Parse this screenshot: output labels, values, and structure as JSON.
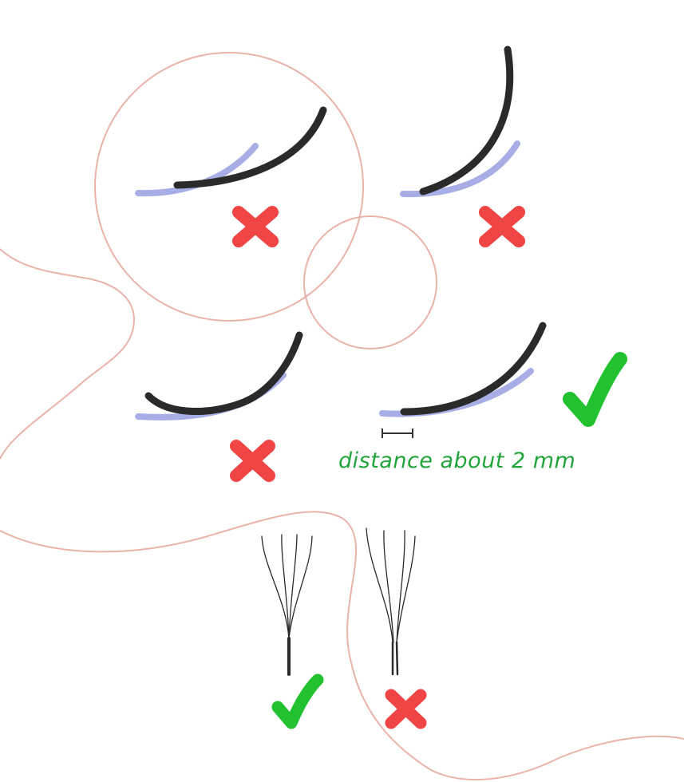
{
  "diagram": {
    "caption": "distance about 2 mm",
    "colors": {
      "background": "#ffffff",
      "guide_line": "#eab3a9",
      "lash_dark": "#2a2a2a",
      "natural_lash": "#a7aee6",
      "cross_mark": "#f04545",
      "check_mark": "#22c12f",
      "caption_text": "#22a43a",
      "measure_bracket": "#333333"
    },
    "examples": [
      {
        "id": "extension-too-short-flat",
        "mark": "cross-icon"
      },
      {
        "id": "extension-too-long-steep",
        "mark": "cross-icon"
      },
      {
        "id": "extension-curled-base",
        "mark": "cross-icon"
      },
      {
        "id": "extension-correct-gap",
        "mark": "check-icon"
      }
    ],
    "fans": [
      {
        "id": "fan-single-base",
        "mark": "check-icon"
      },
      {
        "id": "fan-split-base",
        "mark": "cross-icon"
      }
    ]
  }
}
